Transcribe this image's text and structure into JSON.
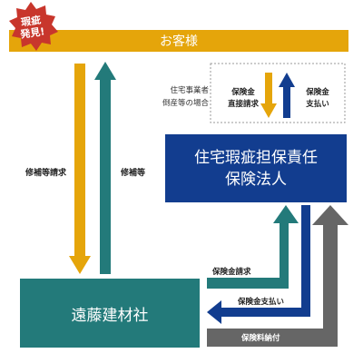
{
  "badge": {
    "line1": "瑕疵",
    "line2": "発見!"
  },
  "customer": {
    "label": "お客様"
  },
  "left_flows": {
    "request": "修補等請求",
    "repair": "修補等"
  },
  "bankruptcy_note": {
    "line1": "住宅事業者",
    "line2": "倒産等の場合"
  },
  "legend": {
    "direct_request": {
      "line1": "保険金",
      "line2": "直接請求"
    },
    "payment": {
      "line1": "保険金",
      "line2": "支払い"
    }
  },
  "insurer": {
    "line1": "住宅瑕疵担保責任",
    "line2": "保険法人"
  },
  "builder": {
    "label": "遠藤建材社"
  },
  "bottom_flows": {
    "claim": "保険金請求",
    "payout": "保険金支払い",
    "premium": "保険料納付"
  },
  "colors": {
    "gold": "#e5a50a",
    "teal": "#237a7a",
    "navy": "#123d8f",
    "gray": "#666666",
    "badge": "#c8362c"
  }
}
